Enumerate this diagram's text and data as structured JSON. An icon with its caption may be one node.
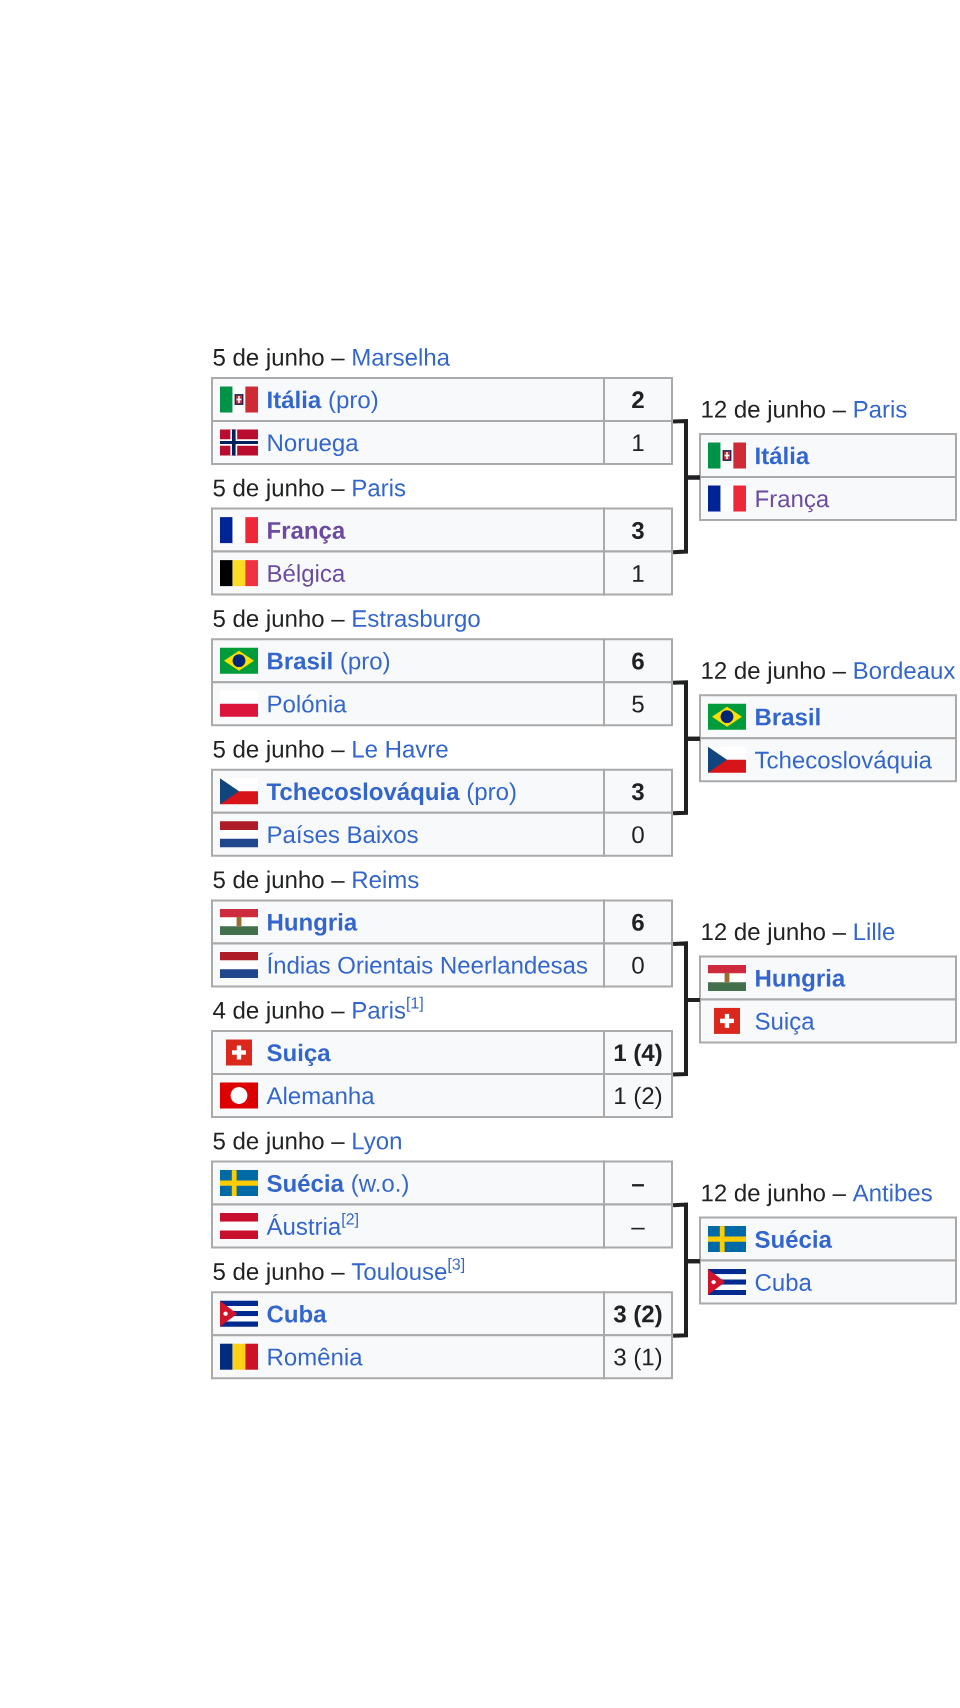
{
  "diagram": {
    "nodes": [
      {
        "text": [
          "5 de junho –",
          "Marselha",
          "**Itália** (pro)",
          "2",
          "Noruega",
          "1"
        ]
      },
      {
        "text": [
          "5 de junho –",
          "Paris",
          "França",
          "3",
          "Bélgica",
          "1"
        ]
      },
      {
        "text": [
          "5 de junho –",
          "Estrasburgo",
          "**Brasil** (pro)",
          "6",
          "Polónia",
          "5"
        ]
      },
      {
        "text": [
          "5 de junho –",
          "Le Havre",
          "**Tchecoslováquia** (pro)",
          "3",
          "Países Baixos",
          "0"
        ]
      },
      {
        "text": [
          "5 de junho –",
          "Reims",
          "Hungria",
          "6",
          "Índias Orientais Neerlandesas",
          "0"
        ]
      },
      {
        "text": [
          "4 de junho –",
          "Paris$^{[1]}$",
          "Suiça",
          "1 (4)",
          "Alemanha",
          "1 (2)"
        ]
      },
      {
        "text": [
          "5 de junho –",
          "Lyon",
          "**Suécia** (w.o.)",
          "–",
          "Áustria$^{[2]}$",
          "–"
        ]
      },
      {
        "text": [
          "5 de junho –",
          "Toulouse$^{[3]}$",
          "Cuba",
          "3 (2)",
          "Romênia",
          "3 (1)"
        ]
      },
      {
        "text": [
          "12 de junho –",
          "Paris",
          "Itália",
          "França"
        ]
      },
      {
        "text": [
          "12 de junho –",
          "Bordeaux",
          "Brasil",
          "Tchecoslováquia"
        ]
      },
      {
        "text": [
          "12 de junho –",
          "Lille",
          "Hungria",
          "Suiça"
        ]
      },
      {
        "text": [
          "12 de junho –",
          "Antibes",
          "Suécia",
          "Cuba"
        ]
      }
    ],
    "edges": [
      {
        "from": 0,
        "to": 8,
        "arrow": "none"
      },
      {
        "from": 1,
        "to": 8,
        "arrow": "none"
      },
      {
        "from": 2,
        "to": 9,
        "arrow": "none"
      },
      {
        "from": 3,
        "to": 9,
        "arrow": "none"
      },
      {
        "from": 4,
        "to": 10,
        "arrow": "none"
      },
      {
        "from": 5,
        "to": 10,
        "arrow": "none"
      },
      {
        "from": 6,
        "to": 11,
        "arrow": "none"
      },
      {
        "from": 7,
        "to": 11,
        "arrow": "none"
      }
    ]
  }
}
